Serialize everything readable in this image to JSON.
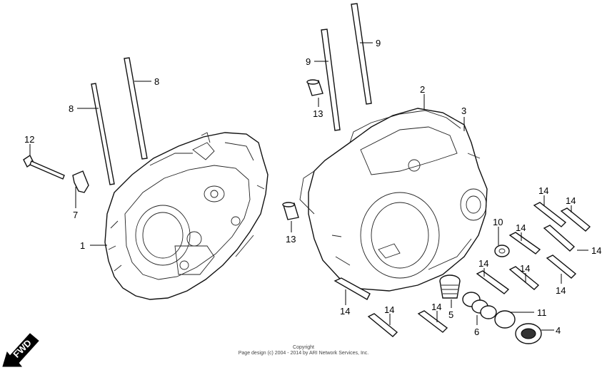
{
  "diagram": {
    "callouts": [
      {
        "key": "c1",
        "label": "1"
      },
      {
        "key": "c2",
        "label": "2"
      },
      {
        "key": "c3",
        "label": "3"
      },
      {
        "key": "c4",
        "label": "4"
      },
      {
        "key": "c5",
        "label": "5"
      },
      {
        "key": "c6",
        "label": "6"
      },
      {
        "key": "c7",
        "label": "7"
      },
      {
        "key": "c8a",
        "label": "8"
      },
      {
        "key": "c8b",
        "label": "8"
      },
      {
        "key": "c9a",
        "label": "9"
      },
      {
        "key": "c9b",
        "label": "9"
      },
      {
        "key": "c10",
        "label": "10"
      },
      {
        "key": "c11",
        "label": "11"
      },
      {
        "key": "c12",
        "label": "12"
      },
      {
        "key": "c13a",
        "label": "13"
      },
      {
        "key": "c13b",
        "label": "13"
      },
      {
        "key": "c14a",
        "label": "14"
      },
      {
        "key": "c14b",
        "label": "14"
      },
      {
        "key": "c14c",
        "label": "14"
      },
      {
        "key": "c14d",
        "label": "14"
      },
      {
        "key": "c14e",
        "label": "14"
      },
      {
        "key": "c14f",
        "label": "14"
      },
      {
        "key": "c14g",
        "label": "14"
      },
      {
        "key": "c14h",
        "label": "14"
      },
      {
        "key": "c14i",
        "label": "14"
      },
      {
        "key": "c14j",
        "label": "14"
      }
    ],
    "direction_label": "FWD",
    "copyright_line1": "Copyright",
    "copyright_line2": "Page design (c) 2004 - 2014 by ARI Network Services, Inc."
  }
}
